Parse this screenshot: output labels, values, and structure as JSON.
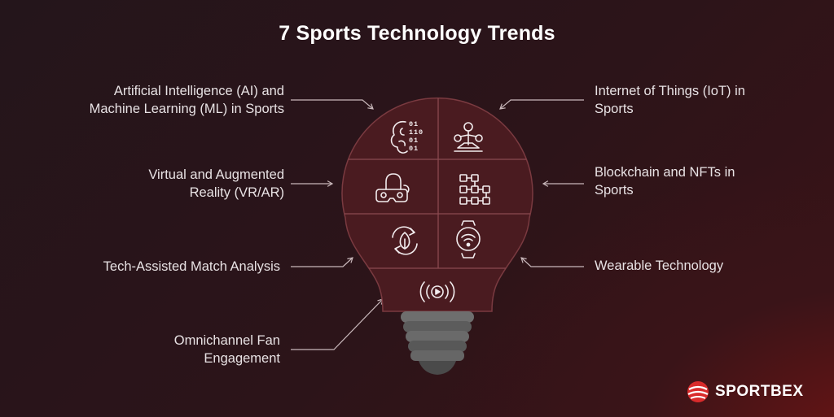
{
  "title": "7 Sports Technology Trends",
  "trends": [
    {
      "id": "ai",
      "lines": [
        "Artificial Intelligence (AI) and",
        "Machine Learning (ML) in Sports"
      ],
      "icon": "brain-binary-icon"
    },
    {
      "id": "iot",
      "lines": [
        "Internet of Things (IoT) in",
        "Sports"
      ],
      "icon": "network-hub-icon"
    },
    {
      "id": "vr",
      "lines": [
        "Virtual and Augmented",
        "Reality (VR/AR)"
      ],
      "icon": "vr-headset-icon"
    },
    {
      "id": "blockchain",
      "lines": [
        "Blockchain and NFTs in",
        "Sports"
      ],
      "icon": "blockchain-blocks-icon"
    },
    {
      "id": "match",
      "lines": [
        "Tech-Assisted Match Analysis"
      ],
      "icon": "analysis-cycle-icon"
    },
    {
      "id": "wearable",
      "lines": [
        "Wearable Technology"
      ],
      "icon": "smartwatch-icon"
    },
    {
      "id": "fan",
      "lines": [
        "Omnichannel Fan",
        "Engagement"
      ],
      "icon": "broadcast-play-icon"
    }
  ],
  "logo": {
    "text": "SPORTBEX",
    "icon": "sportbex-ball-icon"
  },
  "colors": {
    "bulb_fill": "#4a1b20",
    "line": "#c9b8bb",
    "icon": "#f2ecee",
    "text": "#e8e2e4"
  }
}
